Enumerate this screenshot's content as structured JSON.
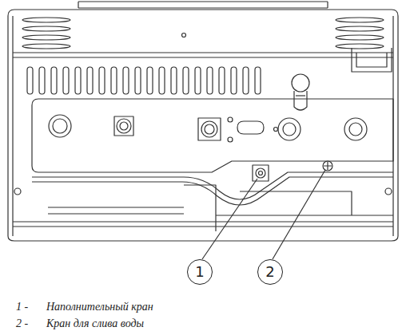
{
  "diagram": {
    "nodes": [
      {
        "text": [
          "1"
        ]
      },
      {
        "text": [
          "2"
        ]
      }
    ],
    "labels": [
      "1 -",
      "Наполнительный кран",
      "2 -",
      "Кран для слива воды"
    ]
  }
}
